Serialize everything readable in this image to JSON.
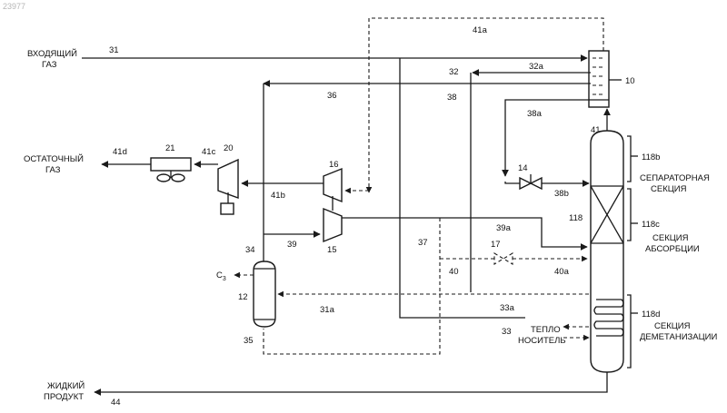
{
  "watermark": "23977",
  "labels": {
    "incoming_gas_1": "ВХОДЯЩИЙ",
    "incoming_gas_2": "ГАЗ",
    "residue_gas_1": "ОСТАТОЧНЫЙ",
    "residue_gas_2": "ГАЗ",
    "liquid_product_1": "ЖИДКИЙ",
    "liquid_product_2": "ПРОДУКТ",
    "separator_section_1": "СЕПАРАТОРНАЯ",
    "separator_section_2": "СЕКЦИЯ",
    "absorption_section_1": "СЕКЦИЯ",
    "absorption_section_2": "АБСОРБЦИИ",
    "demethanization_section_1": "СЕКЦИЯ",
    "demethanization_section_2": "ДЕМЕТАНИЗАЦИИ",
    "heat_carrier_1": "ТЕПЛО",
    "heat_carrier_2": "НОСИТЕЛЬ",
    "c3_main": "C",
    "c3_sub": "3"
  },
  "equipment": {
    "heat_exchanger": "10",
    "separator": "12",
    "valve_14": "14",
    "expander": "15",
    "compressor_16": "16",
    "valve_17": "17",
    "compressor_20": "20",
    "cooler": "21",
    "column": "118",
    "section_118b": "118b",
    "section_118c": "118c",
    "section_118d": "118d"
  },
  "streams": {
    "s31": "31",
    "s31a": "31a",
    "s32": "32",
    "s32a": "32a",
    "s33": "33",
    "s33a": "33a",
    "s34": "34",
    "s35": "35",
    "s36": "36",
    "s37": "37",
    "s38": "38",
    "s38a": "38a",
    "s38b": "38b",
    "s39": "39",
    "s39a": "39a",
    "s40": "40",
    "s40a": "40a",
    "s41": "41",
    "s41a": "41a",
    "s41b": "41b",
    "s41c": "41c",
    "s41d": "41d",
    "s44": "44"
  }
}
